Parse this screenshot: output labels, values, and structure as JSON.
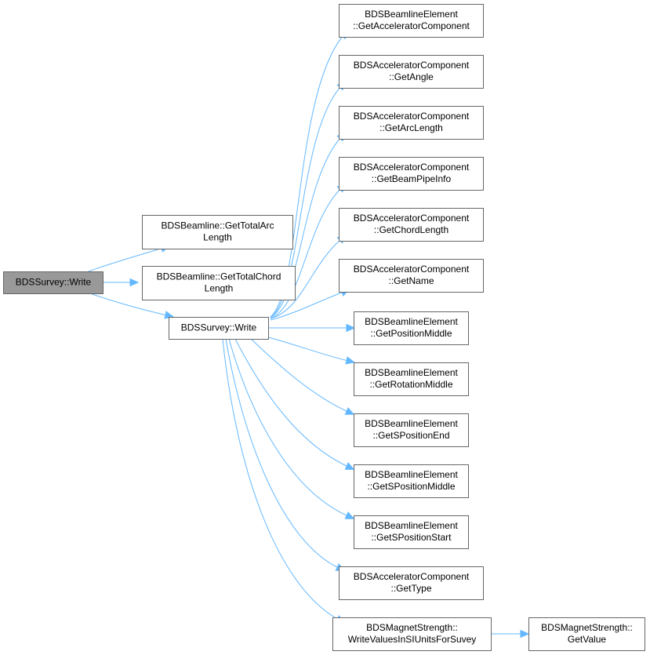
{
  "graph": {
    "nodes": [
      {
        "id": "root",
        "lines": [
          "BDSSurvey::Write"
        ],
        "root": true
      },
      {
        "id": "total_arc",
        "lines": [
          "BDSBeamline::GetTotalArc",
          "Length"
        ]
      },
      {
        "id": "total_chord",
        "lines": [
          "BDSBeamline::GetTotalChord",
          "Length"
        ]
      },
      {
        "id": "write2",
        "lines": [
          "BDSSurvey::Write"
        ]
      },
      {
        "id": "get_acc_comp",
        "lines": [
          "BDSBeamlineElement",
          "::GetAcceleratorComponent"
        ]
      },
      {
        "id": "get_angle",
        "lines": [
          "BDSAcceleratorComponent",
          "::GetAngle"
        ]
      },
      {
        "id": "get_arc_length",
        "lines": [
          "BDSAcceleratorComponent",
          "::GetArcLength"
        ]
      },
      {
        "id": "get_beam_pipe_info",
        "lines": [
          "BDSAcceleratorComponent",
          "::GetBeamPipeInfo"
        ]
      },
      {
        "id": "get_chord_length",
        "lines": [
          "BDSAcceleratorComponent",
          "::GetChordLength"
        ]
      },
      {
        "id": "get_name",
        "lines": [
          "BDSAcceleratorComponent",
          "::GetName"
        ]
      },
      {
        "id": "get_position_middle",
        "lines": [
          "BDSBeamlineElement",
          "::GetPositionMiddle"
        ]
      },
      {
        "id": "get_rotation_middle",
        "lines": [
          "BDSBeamlineElement",
          "::GetRotationMiddle"
        ]
      },
      {
        "id": "get_s_position_end",
        "lines": [
          "BDSBeamlineElement",
          "::GetSPositionEnd"
        ]
      },
      {
        "id": "get_s_position_middle",
        "lines": [
          "BDSBeamlineElement",
          "::GetSPositionMiddle"
        ]
      },
      {
        "id": "get_s_position_start",
        "lines": [
          "BDSBeamlineElement",
          "::GetSPositionStart"
        ]
      },
      {
        "id": "get_type",
        "lines": [
          "BDSAcceleratorComponent",
          "::GetType"
        ]
      },
      {
        "id": "write_values",
        "lines": [
          "BDSMagnetStrength::",
          "WriteValuesInSIUnitsForSuvey"
        ]
      },
      {
        "id": "get_value",
        "lines": [
          "BDSMagnetStrength::",
          "GetValue"
        ]
      }
    ],
    "edges": [
      {
        "from": "root",
        "to": "total_arc"
      },
      {
        "from": "root",
        "to": "total_chord"
      },
      {
        "from": "root",
        "to": "write2"
      },
      {
        "from": "write2",
        "to": "get_acc_comp"
      },
      {
        "from": "write2",
        "to": "get_angle"
      },
      {
        "from": "write2",
        "to": "get_arc_length"
      },
      {
        "from": "write2",
        "to": "get_beam_pipe_info"
      },
      {
        "from": "write2",
        "to": "get_chord_length"
      },
      {
        "from": "write2",
        "to": "get_name"
      },
      {
        "from": "write2",
        "to": "get_position_middle"
      },
      {
        "from": "write2",
        "to": "get_rotation_middle"
      },
      {
        "from": "write2",
        "to": "get_s_position_end"
      },
      {
        "from": "write2",
        "to": "get_s_position_middle"
      },
      {
        "from": "write2",
        "to": "get_s_position_start"
      },
      {
        "from": "write2",
        "to": "get_type"
      },
      {
        "from": "write2",
        "to": "write_values"
      },
      {
        "from": "write_values",
        "to": "get_value"
      }
    ]
  },
  "colors": {
    "edge": "#63b8ff",
    "node_border": "#666666",
    "root_fill": "#999999",
    "node_fill": "#ffffff"
  }
}
